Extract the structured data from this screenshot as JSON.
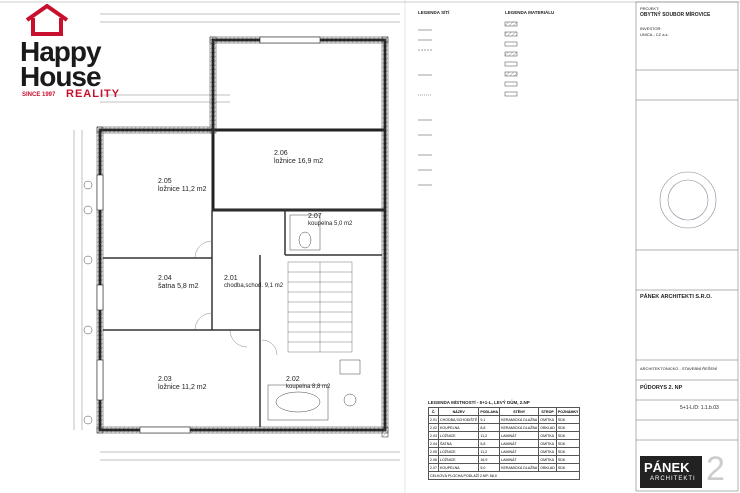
{
  "logo": {
    "line1": "Happy",
    "line2": "House",
    "since": "SINCE 1997",
    "reality": "REALITY",
    "house_color": "#c8102e"
  },
  "rooms": [
    {
      "num": "2.06",
      "name": "ložnice 16,9 m2"
    },
    {
      "num": "2.05",
      "name": "ložnice 11,2 m2"
    },
    {
      "num": "2.07",
      "name": "koupelna 5,0 m2"
    },
    {
      "num": "2.04",
      "name": "šatna 5,8 m2"
    },
    {
      "num": "2.01",
      "name": "chodba,schod. 9,1 m2"
    },
    {
      "num": "2.03",
      "name": "ložnice 11,2 m2"
    },
    {
      "num": "2.02",
      "name": "koupelna 8,8 m2"
    }
  ],
  "legend": {
    "walls_title": "LEGENDA SÍTÍ",
    "materials_title": "LEGENDA MATERIÁLU",
    "rooms_title": "LEGENDA MÍSTNOSTÍ - 5+1-L, LEVÝ DŮM, 2.NP",
    "rooms_header": [
      "Č.",
      "NÁZEV",
      "PODLAHA",
      "STĚNY",
      "STROP",
      "POZNÁMKY"
    ],
    "rooms_rows": [
      [
        "2.01",
        "CHODBA,SCHODIŠTĚ",
        "9,1",
        "KERAMICKÁ DLAŽBA",
        "OMÍTKA",
        "SDK"
      ],
      [
        "2.02",
        "KOUPELNA",
        "8,8",
        "KERAMICKÁ DLAŽBA",
        "OBKLAD",
        "SDK"
      ],
      [
        "2.03",
        "LOŽNICE",
        "11,2",
        "LAMINÁT",
        "OMÍTKA",
        "SDK"
      ],
      [
        "2.04",
        "ŠATNA",
        "5,8",
        "LAMINÁT",
        "OMÍTKA",
        "SDK"
      ],
      [
        "2.05",
        "LOŽNICE",
        "11,2",
        "LAMINÁT",
        "OMÍTKA",
        "SDK"
      ],
      [
        "2.06",
        "LOŽNICE",
        "16,9",
        "LAMINÁT",
        "OMÍTKA",
        "SDK"
      ],
      [
        "2.07",
        "KOUPELNA",
        "5,0",
        "KERAMICKÁ DLAŽBA",
        "OBKLAD",
        "SDK"
      ]
    ],
    "rooms_total": "CELKOVÁ PLOCHA PODLAŽÍ 2.NP: 68,0"
  },
  "title_block": {
    "project_label": "PROJEKT:",
    "project": "OBYTNÝ SOUBOR MÍROVICE",
    "investor_label": "INVESTOR:",
    "investor": "UNICA - CZ a.s.",
    "office": "PÁNEK ARCHITEKTI S.R.O.",
    "phase": "ARCHITEKTONICKO - STAVEBNÍ ŘEŠENÍ",
    "drawing_title": "PŮDORYS 2. NP",
    "drawing_sub": "5+1-L/D: 1.1.b.03",
    "brand_logo": "PÁNEK",
    "brand_logo_sub": "ARCHITEKTI",
    "big_num": "2"
  }
}
